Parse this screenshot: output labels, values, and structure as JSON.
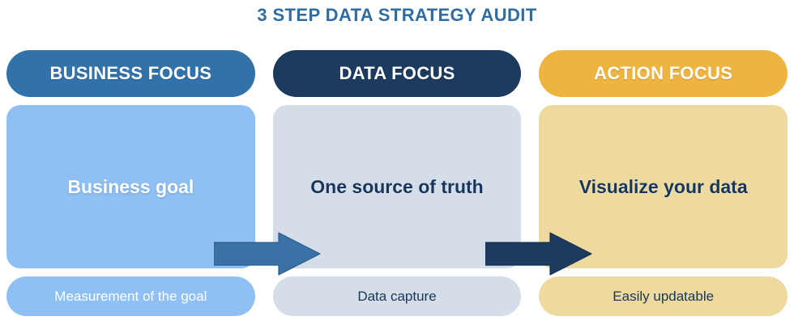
{
  "title": "3 STEP DATA STRATEGY AUDIT",
  "colors": {
    "title": "#2e6da4",
    "step1_header": "#3272ab",
    "step1_body": "#8ec0f4",
    "step2_header": "#1d3a5f",
    "step2_body": "#d5dee8",
    "step3_header": "#eeb440",
    "step3_body": "#eeda9f",
    "arrow1": "#3b72a6",
    "arrow2": "#1d3a5f",
    "text_light": "#ffffff",
    "text_dark": "#17365d"
  },
  "steps": [
    {
      "header": "BUSINESS FOCUS",
      "body": "Business goal",
      "footer": "Measurement of the goal"
    },
    {
      "header": "DATA FOCUS",
      "body": "One source of truth",
      "footer": "Data capture"
    },
    {
      "header": "ACTION FOCUS",
      "body": "Visualize your data",
      "footer": "Easily updatable"
    }
  ],
  "arrows": [
    {
      "name": "arrow-step1-to-step2",
      "color": "#3b72a6"
    },
    {
      "name": "arrow-step2-to-step3",
      "color": "#1d3a5f"
    }
  ]
}
